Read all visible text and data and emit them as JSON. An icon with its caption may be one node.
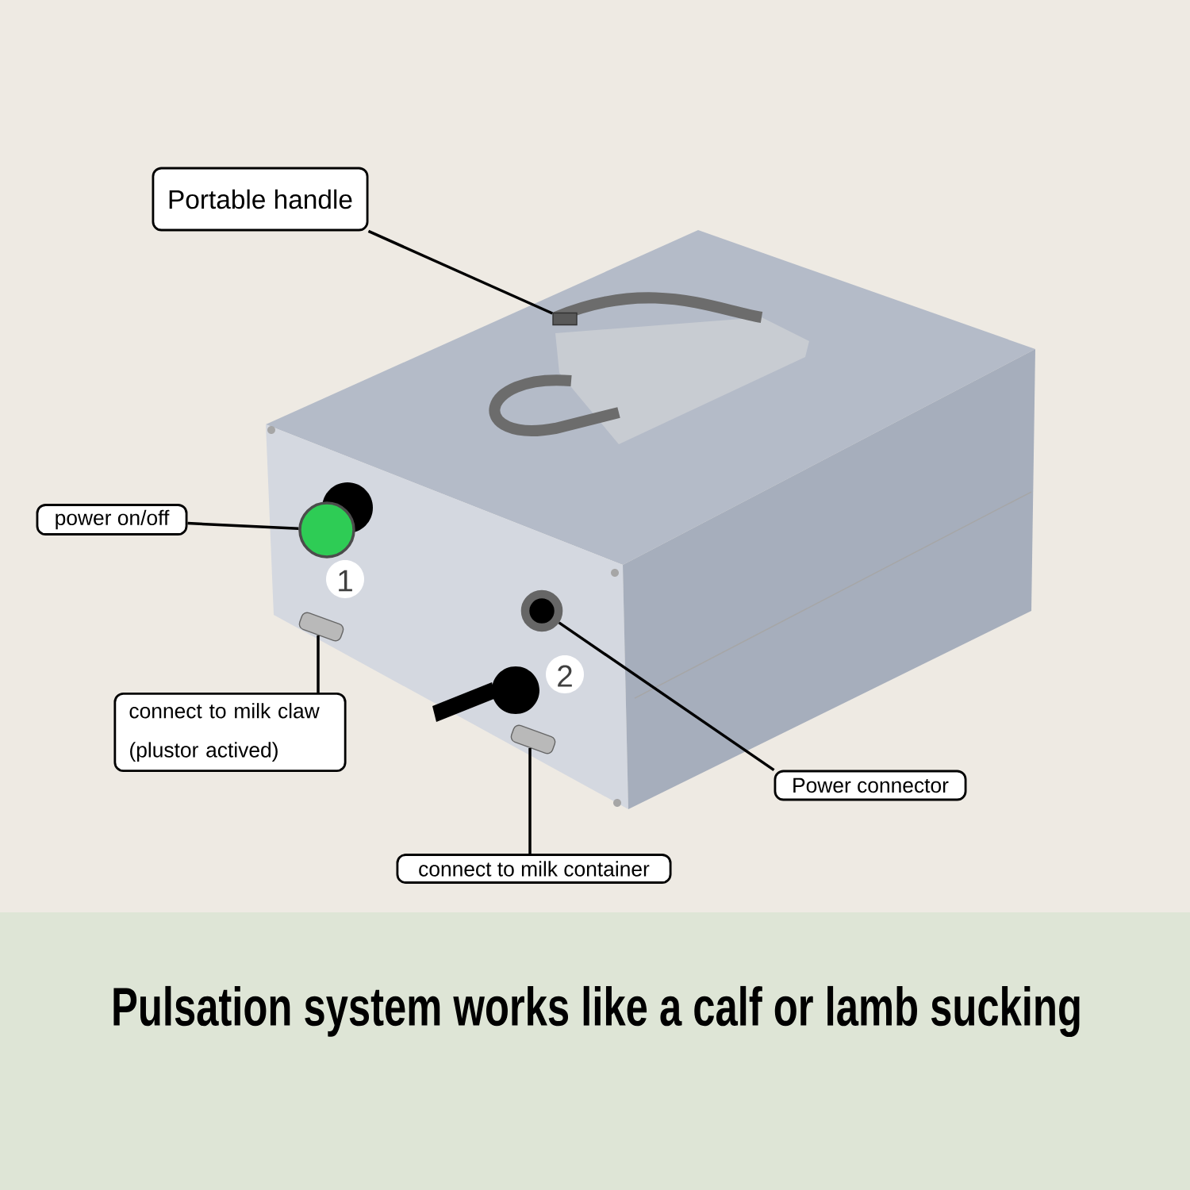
{
  "diagram": {
    "title": "Pulsation system works like a calf or lamb sucking",
    "nodes": [
      {
        "text": [
          "Portable handle"
        ]
      },
      {
        "text": [
          "power on/off"
        ]
      },
      {
        "text": [
          "connect to milk claw (plustor actived)"
        ]
      },
      {
        "text": [
          "Power connector"
        ]
      },
      {
        "text": [
          "connect to milk container"
        ]
      },
      {
        "text": [],
        "shape": "box"
      },
      {
        "text": [],
        "shape": "circle"
      },
      {
        "text": [],
        "shape": "picture"
      },
      {
        "text": [],
        "shape": "circle"
      },
      {
        "text": [],
        "shape": "picture"
      }
    ],
    "edges": [
      {
        "from": 0,
        "to": 5,
        "arrow": "none"
      },
      {
        "from": 1,
        "to": 6,
        "arrow": "none"
      },
      {
        "from": 2,
        "to": 7,
        "arrow": "none"
      },
      {
        "from": 3,
        "to": 8,
        "arrow": "none"
      },
      {
        "from": 4,
        "to": 9,
        "arrow": "none"
      }
    ],
    "labels": [
      "1",
      "2"
    ]
  }
}
